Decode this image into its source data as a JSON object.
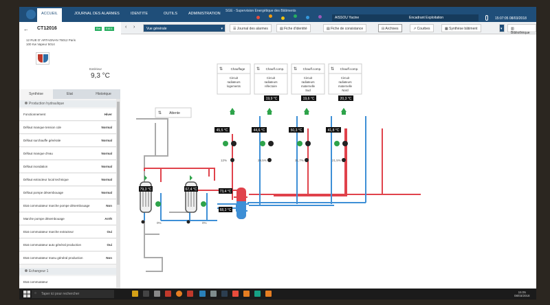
{
  "header": {
    "app_title": "SGE - Supervision Energétique des Bâtiments",
    "tabs": [
      {
        "label": "ACCUEIL"
      },
      {
        "label": "JOURNAL DES ALARMES"
      },
      {
        "label": "IDENTITE"
      },
      {
        "label": "OUTILS"
      },
      {
        "label": "ADMINISTRATION"
      }
    ],
    "user": "AISSOU Yacine",
    "role": "Encadrant Exploitation",
    "time": "15:07:05",
    "date": "08/03/2018",
    "status_colors": [
      "#e74c3c",
      "#f39c12",
      "#f1c40f",
      "#27ae60",
      "#3498db",
      "#9b59b6"
    ]
  },
  "site": {
    "id": "CT12016",
    "badges": [
      "Etat",
      "E4811"
    ],
    "address_line1": "12 RUE D' ARTAGNAN 75012 Paris",
    "address_line2": "100 Kw Vapeur 5014",
    "exterior_label": "Extérieur",
    "exterior_value": "9,3 °C"
  },
  "left_tabs": [
    {
      "label": "Synthèse"
    },
    {
      "label": "Etat"
    },
    {
      "label": "Historique"
    }
  ],
  "sections": {
    "production": "Production hydraulique",
    "exchanger": "Echangeur 1"
  },
  "rows": [
    {
      "label": "Fonctionnement",
      "value": "Hiver"
    },
    {
      "label": "Défaut manque tension cde",
      "value": "Normal"
    },
    {
      "label": "Défaut surchauffe générale",
      "value": "Normal"
    },
    {
      "label": "Défaut manque d'eau",
      "value": "Normal"
    },
    {
      "label": "Défaut inondation",
      "value": "Normal"
    },
    {
      "label": "Défaut extracteur local technique",
      "value": "Normal"
    },
    {
      "label": "Défaut pompe désembouage",
      "value": "Normal"
    },
    {
      "label": "Etat commutateur marche pompe désembouage",
      "value": "Non"
    },
    {
      "label": "Marche pompe désembouage",
      "value": "Arrêt"
    },
    {
      "label": "Etat commutateur marche extracteur",
      "value": "Oui"
    },
    {
      "label": "Etat commutateur auto général production",
      "value": "Oui"
    },
    {
      "label": "Etat commutateur manu général production",
      "value": "Non"
    }
  ],
  "exchanger_row": {
    "label": "Etat commutateur"
  },
  "toolbar": {
    "view_select": "Vue générale",
    "buttons": [
      {
        "label": "Journal des alarmes"
      },
      {
        "label": "Fiche d'identité"
      },
      {
        "label": "Fiche de consistance"
      },
      {
        "label": "Archives"
      },
      {
        "label": "Courbes"
      },
      {
        "label": "Synthèse bâtiment"
      },
      {
        "label": "Bibliothèque"
      }
    ]
  },
  "diagram": {
    "attente_label": "Attente",
    "circuits": [
      {
        "header": "Chauffage",
        "name": "Circuit radiateurs logements",
        "room_temp": "",
        "supply_temp": "45,5 °C",
        "valve_pct": "12%"
      },
      {
        "header": "Chauff.comp.",
        "name": "Circuit radiateurs réfectoire",
        "room_temp": "19,9 °C",
        "supply_temp": "44,6 °C",
        "valve_pct": "29,5%"
      },
      {
        "header": "Chauff.comp.",
        "name": "Circuit radiateurs maternelle Sud",
        "room_temp": "19,6 °C",
        "supply_temp": "50,3 °C",
        "valve_pct": "31,7%"
      },
      {
        "header": "Chauff.comp.",
        "name": "Circuit radiateurs maternelle Nord",
        "room_temp": "20,3 °C",
        "supply_temp": "41,8 °C",
        "valve_pct": "21,5%"
      }
    ],
    "exchangers": [
      {
        "temp": "79,3 °C",
        "pct": "0%"
      },
      {
        "temp": "67,4 °C",
        "pct": "0%"
      }
    ],
    "collector_supply": "73,4 °C",
    "collector_return": "68,3 °C"
  },
  "taskbar": {
    "search_placeholder": "Taper ici pour rechercher",
    "time": "15:05",
    "date": "08/03/2018"
  }
}
